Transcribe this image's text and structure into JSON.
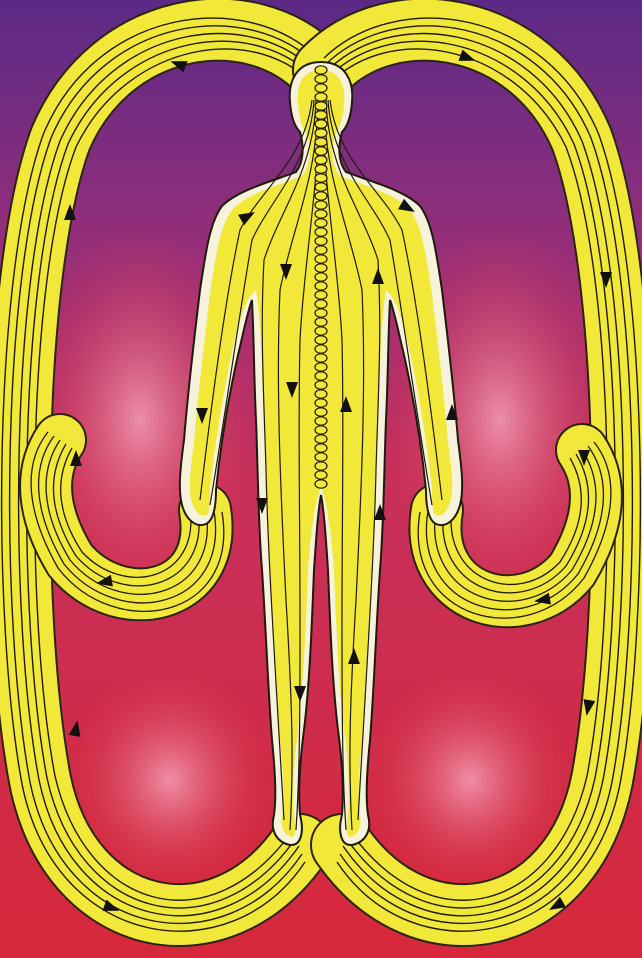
{
  "illustration": {
    "colors": {
      "background_top": "#5b2a86",
      "background_mid": "#c0305f",
      "background_bottom": "#d42a3a",
      "glow_inner": "#f08aa0",
      "band_fill": "#f2e83a",
      "band_edge": "#2a2410",
      "body_outline": "#f6f2dc",
      "flow_line": "#1e1a0c",
      "arrow": "#111111"
    },
    "icons": {
      "figure": "human-figure-back-view",
      "spine": "spine-vertebrae",
      "arrow": "flow-direction-arrow"
    }
  }
}
